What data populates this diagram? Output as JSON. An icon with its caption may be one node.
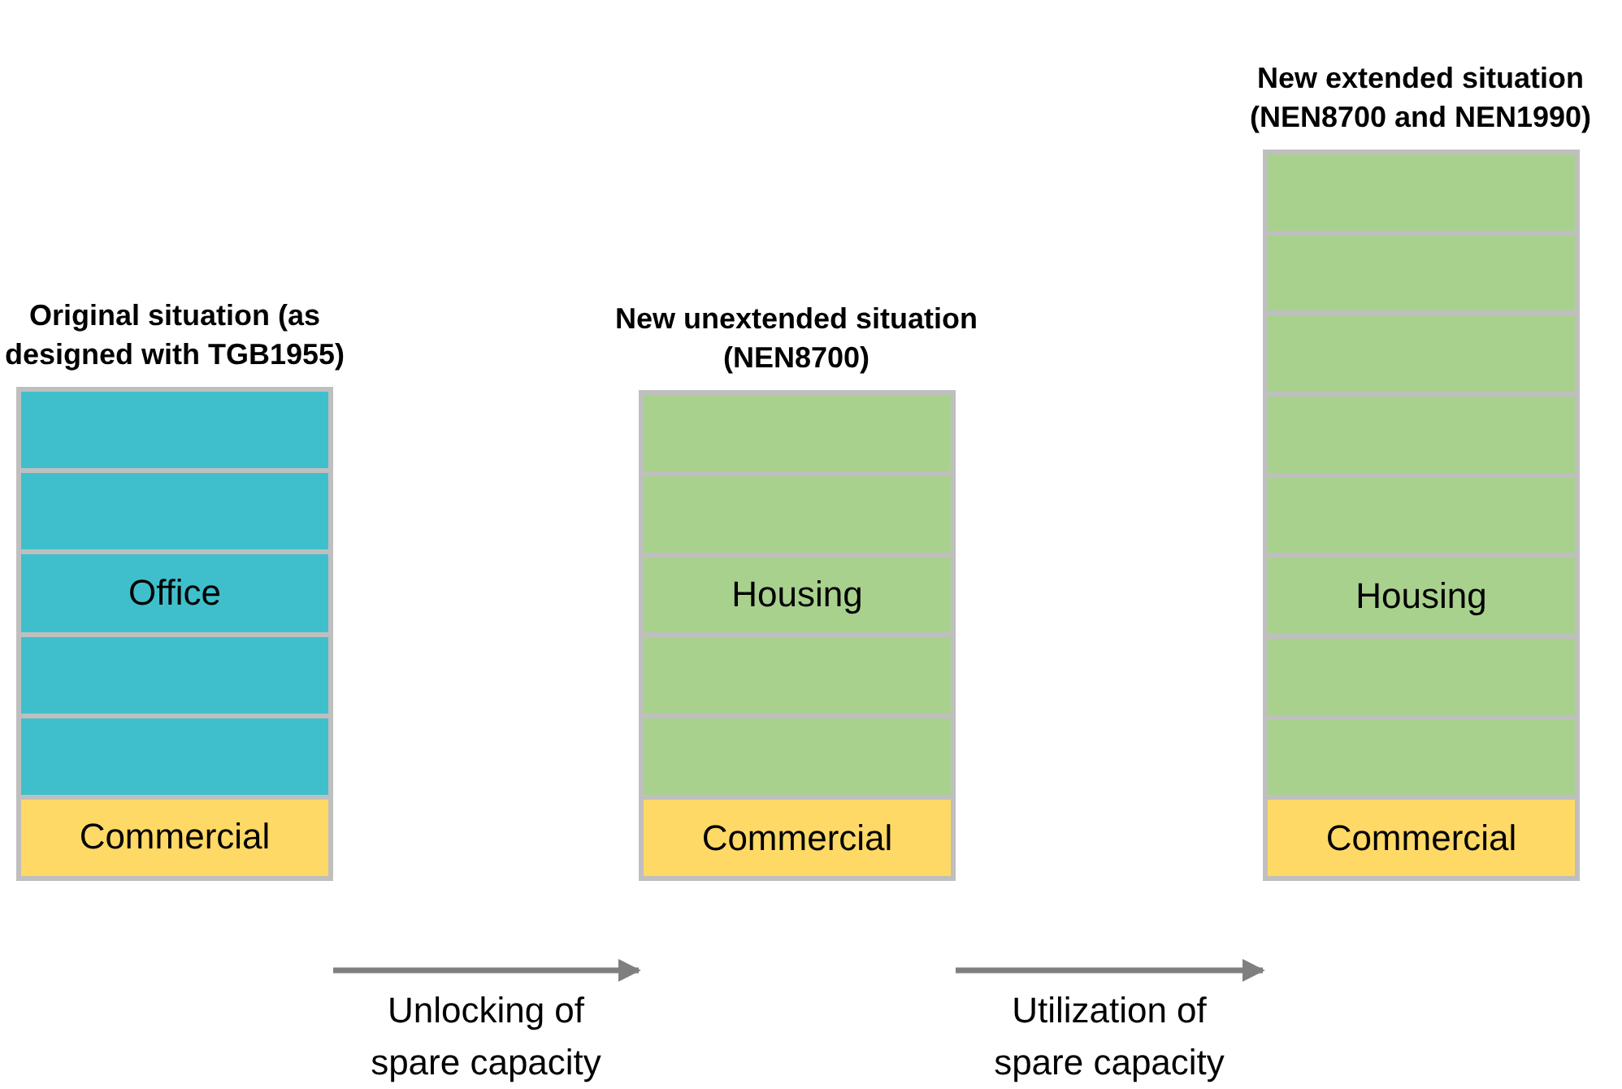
{
  "diagram": {
    "nodes": [
      {
        "text": [
          "Original situation (as designed with TGB1955)"
        ]
      },
      {
        "text": [],
        "shape": "box",
        "in": 0
      },
      {
        "text": [],
        "shape": "box",
        "in": 0
      },
      {
        "text": [
          "Office"
        ],
        "in": 0
      },
      {
        "text": [],
        "shape": "box",
        "in": 0
      },
      {
        "text": [],
        "shape": "box",
        "in": 0
      },
      {
        "text": [
          "Commercial"
        ],
        "in": 0
      },
      {
        "text": [
          "New unextended situation (NEN8700)"
        ]
      },
      {
        "text": [],
        "shape": "box",
        "in": 7
      },
      {
        "text": [],
        "shape": "box",
        "in": 7
      },
      {
        "text": [
          "Housing"
        ],
        "in": 7
      },
      {
        "text": [],
        "shape": "box",
        "in": 7
      },
      {
        "text": [],
        "shape": "box",
        "in": 7
      },
      {
        "text": [
          "Commercial"
        ],
        "in": 7
      },
      {
        "text": [
          "New extended situation (NEN8700 and NEN1990)"
        ]
      },
      {
        "text": [],
        "shape": "box",
        "in": 14
      },
      {
        "text": [],
        "shape": "box",
        "in": 14
      },
      {
        "text": [],
        "shape": "box",
        "in": 14
      },
      {
        "text": [],
        "shape": "box",
        "in": 14
      },
      {
        "text": [],
        "shape": "box",
        "in": 14
      },
      {
        "text": [
          "Housing"
        ],
        "in": 14
      },
      {
        "text": [],
        "shape": "box",
        "in": 14
      },
      {
        "text": [],
        "shape": "box",
        "in": 14
      },
      {
        "text": [
          "Commercial"
        ],
        "in": 14
      }
    ],
    "edges": [
      {
        "from": 0,
        "to": 7,
        "arrow": "to",
        "label": "Unlocking of spare capacity"
      },
      {
        "from": 7,
        "to": 14,
        "arrow": "to",
        "label": "Utilization of spare capacity"
      }
    ]
  }
}
